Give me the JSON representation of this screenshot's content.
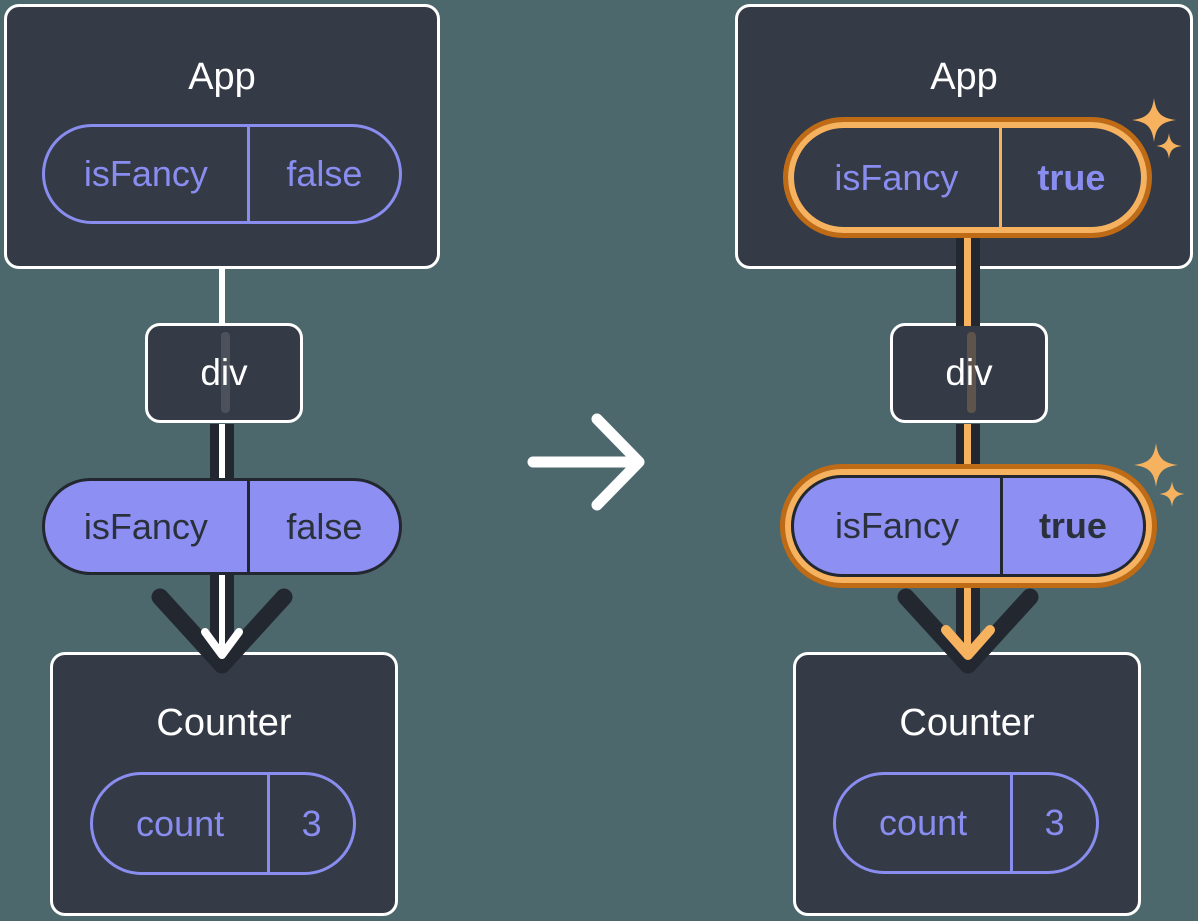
{
  "colors": {
    "background": "#4c686c",
    "card_background": "#343a46",
    "card_border": "#ffffff",
    "purple_accent": "#8a8df0",
    "purple_pill_fill": "#8d90f2",
    "dark_accent": "#23272f",
    "highlight_orange_dark": "#bf6a15",
    "highlight_orange_light": "#f6b25f",
    "flow_line_before": "#ffffff",
    "flow_line_after": "#f6b25f"
  },
  "before_tree": {
    "app": {
      "title": "App",
      "state_pill": {
        "key": "isFancy",
        "value": "false"
      }
    },
    "div_node": {
      "title": "div"
    },
    "prop_pill": {
      "key": "isFancy",
      "value": "false"
    },
    "counter": {
      "title": "Counter",
      "state_pill": {
        "key": "count",
        "value": "3"
      }
    }
  },
  "after_tree": {
    "app": {
      "title": "App",
      "state_pill": {
        "key": "isFancy",
        "value": "true"
      }
    },
    "div_node": {
      "title": "div"
    },
    "prop_pill": {
      "key": "isFancy",
      "value": "true"
    },
    "counter": {
      "title": "Counter",
      "state_pill": {
        "key": "count",
        "value": "3"
      }
    }
  },
  "icons": {
    "transition_arrow": "right-arrow",
    "down_arrow": "chevron-down-arrow",
    "sparkle": "four-point-star"
  }
}
